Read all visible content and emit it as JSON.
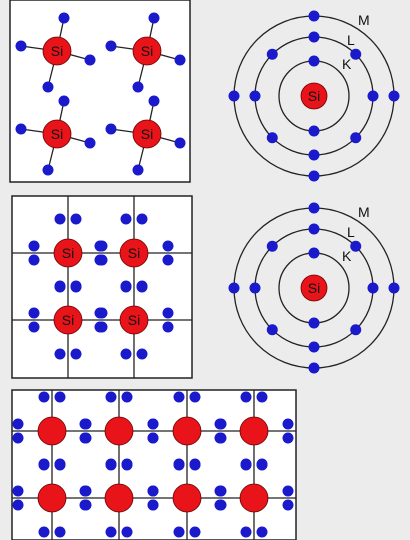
{
  "colors": {
    "background": "#ececec",
    "panel": "#ffffff",
    "border": "#222222",
    "bond": "#222222",
    "nucleus": "#e8141a",
    "electron": "#1a1acc"
  },
  "labels": {
    "atom": "Si",
    "shell_k": "K",
    "shell_l": "L",
    "shell_m": "M"
  },
  "lattice": {
    "isolated_atoms": 4,
    "bonded_atoms": 4,
    "crystal_rows": 2,
    "crystal_cols": 4
  },
  "bohr_model": {
    "element": "Si",
    "shells": [
      {
        "name": "K",
        "electrons": 2
      },
      {
        "name": "L",
        "electrons": 8
      },
      {
        "name": "M",
        "electrons": 4
      }
    ]
  }
}
